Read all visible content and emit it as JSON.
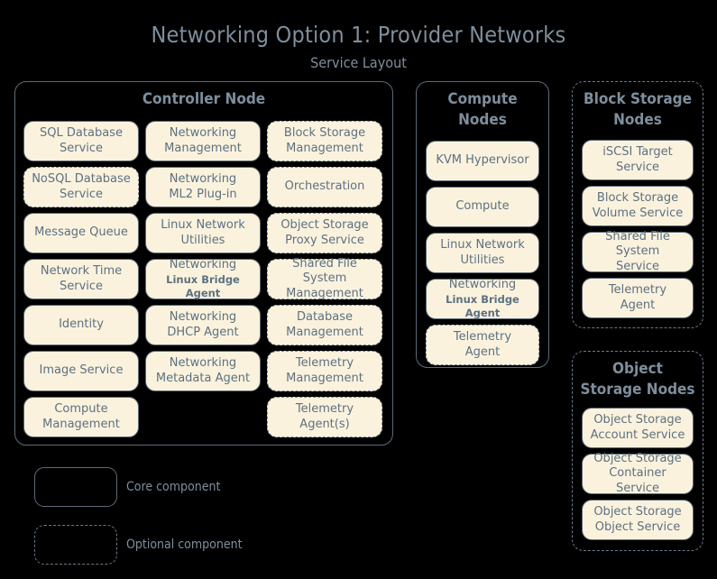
{
  "header": {
    "title": "Networking Option 1: Provider Networks",
    "subtitle": "Service Layout"
  },
  "groups": {
    "controller": {
      "title": "Controller Node",
      "optional": false,
      "columns": [
        [
          {
            "lines": [
              "SQL Database",
              "Service"
            ],
            "optional": false
          },
          {
            "lines": [
              "NoSQL Database",
              "Service"
            ],
            "optional": true
          },
          {
            "lines": [
              "Message Queue"
            ],
            "optional": false
          },
          {
            "lines": [
              "Network Time",
              "Service"
            ],
            "optional": false
          },
          {
            "lines": [
              "Identity"
            ],
            "optional": false
          },
          {
            "lines": [
              "Image Service"
            ],
            "optional": false
          },
          {
            "lines": [
              "Compute",
              "Management"
            ],
            "optional": false
          }
        ],
        [
          {
            "lines": [
              "Networking",
              "Management"
            ],
            "optional": false
          },
          {
            "lines": [
              "Networking",
              "ML2 Plug-in"
            ],
            "optional": false
          },
          {
            "lines": [
              "Linux Network",
              "Utilities"
            ],
            "optional": false
          },
          {
            "lines": [
              "Networking",
              "Linux Bridge Agent"
            ],
            "optional": false,
            "smallSecondLine": true
          },
          {
            "lines": [
              "Networking",
              "DHCP Agent"
            ],
            "optional": false
          },
          {
            "lines": [
              "Networking",
              "Metadata Agent"
            ],
            "optional": false
          }
        ],
        [
          {
            "lines": [
              "Block Storage",
              "Management"
            ],
            "optional": true
          },
          {
            "lines": [
              "Orchestration"
            ],
            "optional": true
          },
          {
            "lines": [
              "Object Storage",
              "Proxy Service"
            ],
            "optional": true
          },
          {
            "lines": [
              "Shared File System",
              "Management"
            ],
            "optional": true
          },
          {
            "lines": [
              "Database",
              "Management"
            ],
            "optional": true
          },
          {
            "lines": [
              "Telemetry",
              "Management"
            ],
            "optional": true
          },
          {
            "lines": [
              "Telemetry",
              "Agent(s)"
            ],
            "optional": true
          }
        ]
      ]
    },
    "compute": {
      "title": "Compute\nNodes",
      "title_lines": [
        "Compute",
        "Nodes"
      ],
      "optional": false,
      "items": [
        {
          "lines": [
            "KVM Hypervisor"
          ],
          "optional": false
        },
        {
          "lines": [
            "Compute"
          ],
          "optional": false
        },
        {
          "lines": [
            "Linux Network",
            "Utilities"
          ],
          "optional": false
        },
        {
          "lines": [
            "Networking",
            "Linux Bridge Agent"
          ],
          "optional": false,
          "smallSecondLine": true
        },
        {
          "lines": [
            "Telemetry",
            "Agent"
          ],
          "optional": true
        }
      ]
    },
    "block_storage": {
      "title_lines": [
        "Block Storage",
        "Nodes"
      ],
      "optional": true,
      "items": [
        {
          "lines": [
            "iSCSI Target",
            "Service"
          ],
          "optional": false
        },
        {
          "lines": [
            "Block Storage",
            "Volume Service"
          ],
          "optional": false
        },
        {
          "lines": [
            "Shared File System",
            "Service"
          ],
          "optional": false
        },
        {
          "lines": [
            "Telemetry",
            "Agent"
          ],
          "optional": false
        }
      ]
    },
    "object_storage": {
      "title_lines": [
        "Object",
        "Storage Nodes"
      ],
      "optional": true,
      "items": [
        {
          "lines": [
            "Object Storage",
            "Account Service"
          ],
          "optional": false
        },
        {
          "lines": [
            "Object Storage",
            "Container Service"
          ],
          "optional": false
        },
        {
          "lines": [
            "Object Storage",
            "Object Service"
          ],
          "optional": false
        }
      ]
    }
  },
  "legend": [
    {
      "label": "Core component",
      "optional": false
    },
    {
      "label": "Optional component",
      "optional": true
    }
  ],
  "colors": {
    "background": "#000000",
    "box_fill": "#fbf2de",
    "box_border": "#5d6b78",
    "text": "#5d7180",
    "title_text": "#7e8e9c"
  }
}
